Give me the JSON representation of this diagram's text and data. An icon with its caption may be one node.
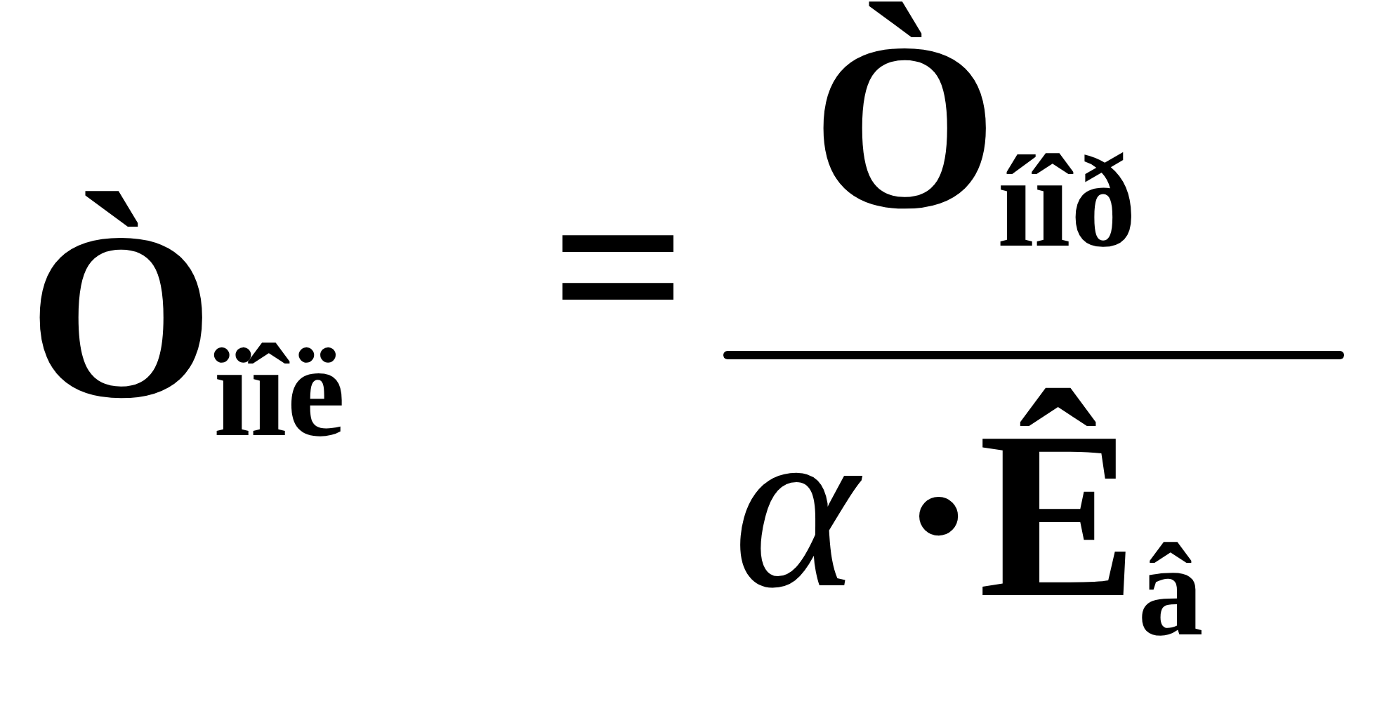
{
  "diagram": {
    "labels": [
      "Ò$_{ïîë}$",
      "=",
      "Ò$_{íîð}$",
      "α",
      "·Ê$_{â}$"
    ]
  }
}
